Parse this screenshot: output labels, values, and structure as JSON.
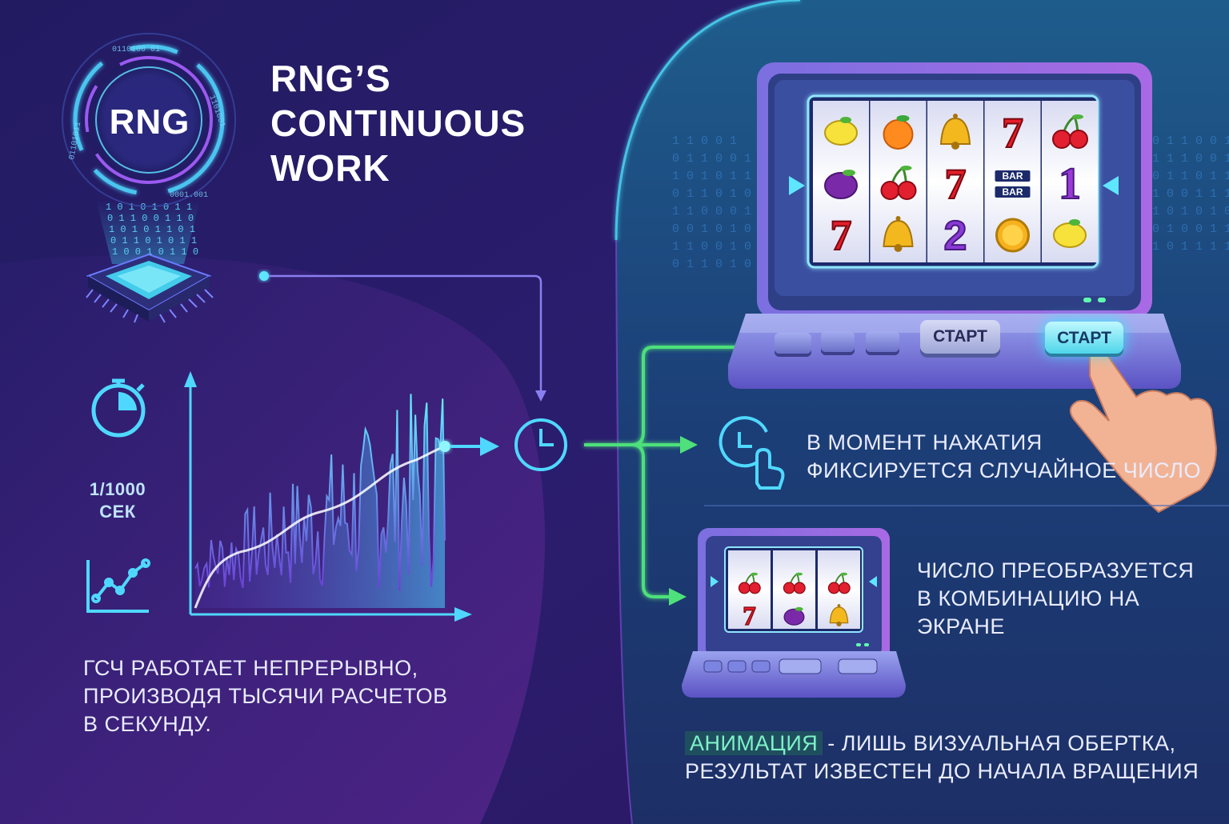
{
  "title": {
    "line1": "RNG’S",
    "line2": "CONTINUOUS",
    "line3": "WORK"
  },
  "rng_badge": "RNG",
  "rate": {
    "line1": "1/1000",
    "line2": "СЕК"
  },
  "left_caption": {
    "line1": "ГСЧ РАБОТАЕТ НЕПРЕРЫВНО,",
    "line2": "ПРОИЗВОДЯ ТЫСЯЧИ РАСЧЕТОВ",
    "line3": "В СЕКУНДУ."
  },
  "slot_machine": {
    "start_label": "СТАРТ",
    "start_label_active": "СТАРТ",
    "reels": [
      [
        "lemon",
        "plum",
        "seven"
      ],
      [
        "orange",
        "cherry",
        "bell"
      ],
      [
        "bell",
        "seven",
        "two"
      ],
      [
        "seven",
        "bar",
        "coin"
      ],
      [
        "cherry",
        "one",
        "lemon"
      ]
    ],
    "bar_text": [
      "BAR",
      "BAR"
    ],
    "two_text": "2",
    "one_text": "1",
    "seven_text": "7"
  },
  "small_machine": {
    "reels": [
      [
        "cherry",
        "seven"
      ],
      [
        "cherry",
        "plum"
      ],
      [
        "cherry",
        "bell"
      ]
    ]
  },
  "press_caption": {
    "line1": "В МОМЕНТ НАЖАТИЯ",
    "line2": "ФИКСИРУЕТСЯ СЛУЧАЙНОЕ ЧИСЛО"
  },
  "convert_caption": {
    "line1": "ЧИСЛО ПРЕОБРАЗУЕТСЯ",
    "line2": "В КОМБИНАЦИЮ НА",
    "line3": "ЭКРАНЕ"
  },
  "anim_caption": {
    "highlight": "АНИМАЦИЯ",
    "rest1": "- ЛИШЬ ВИЗУАЛЬНАЯ ОБЕРТКА,",
    "line2": "РЕЗУЛЬТАТ ИЗВЕСТЕН ДО НАЧАЛА ВРАЩЕНИЯ"
  },
  "icons": [
    "chip-icon",
    "stopwatch-icon",
    "growth-chart-icon",
    "clock-icon",
    "clock-touch-icon",
    "hand-pointer-icon"
  ],
  "colors": {
    "background": "#1d1a55",
    "accent_cyan": "#39d4ff",
    "accent_green": "#4ee07a",
    "accent_purple": "#a54fe0"
  }
}
